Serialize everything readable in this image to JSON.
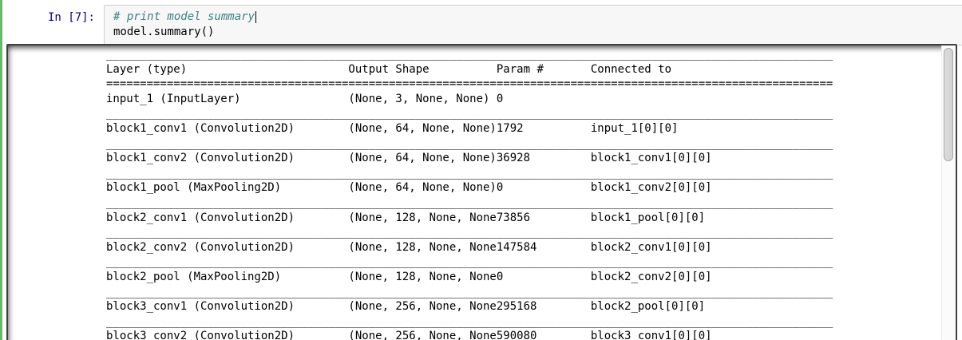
{
  "cell": {
    "prompt": "In [7]:",
    "comment_line": "# print model summary",
    "code_line": "model.summary()"
  },
  "output": {
    "table": {
      "headers": [
        "Layer (type)",
        "Output Shape",
        "Param #",
        "Connected to"
      ],
      "rows": [
        {
          "layer": "input_1 (InputLayer)",
          "output_shape": "(None, 3, None, None)",
          "param": "0",
          "connected": ""
        },
        {
          "layer": "block1_conv1 (Convolution2D)",
          "output_shape": "(None, 64, None, None)",
          "param": "1792",
          "connected": "input_1[0][0]"
        },
        {
          "layer": "block1_conv2 (Convolution2D)",
          "output_shape": "(None, 64, None, None)",
          "param": "36928",
          "connected": "block1_conv1[0][0]"
        },
        {
          "layer": "block1_pool (MaxPooling2D)",
          "output_shape": "(None, 64, None, None)",
          "param": "0",
          "connected": "block1_conv2[0][0]"
        },
        {
          "layer": "block2_conv1 (Convolution2D)",
          "output_shape": "(None, 128, None, None)",
          "param": "73856",
          "connected": "block1_pool[0][0]"
        },
        {
          "layer": "block2_conv2 (Convolution2D)",
          "output_shape": "(None, 128, None, None)",
          "param": "147584",
          "connected": "block2_conv1[0][0]"
        },
        {
          "layer": "block2_pool (MaxPooling2D)",
          "output_shape": "(None, 128, None, None)",
          "param": "0",
          "connected": "block2_conv2[0][0]"
        },
        {
          "layer": "block3_conv1 (Convolution2D)",
          "output_shape": "(None, 256, None, None)",
          "param": "295168",
          "connected": "block2_pool[0][0]"
        },
        {
          "layer": "block3_conv2 (Convolution2D)",
          "output_shape": "(None, 256, None, None)",
          "param": "590080",
          "connected": "block3_conv1[0][0]"
        }
      ],
      "layout": {
        "line_length": 108,
        "column_end_positions": [
          36,
          58,
          72,
          108
        ],
        "separator_char": "_",
        "header_separator_char": "="
      }
    }
  },
  "colors": {
    "prompt_text": "#000080",
    "comment_text": "#408080",
    "code_text": "#000000",
    "input_cell_bg": "#f7f7f7",
    "input_cell_border": "#cfcfcf",
    "selected_cell_green": "#66bb6a",
    "output_box_shadow": "rgba(0,0,0,0.8)"
  }
}
